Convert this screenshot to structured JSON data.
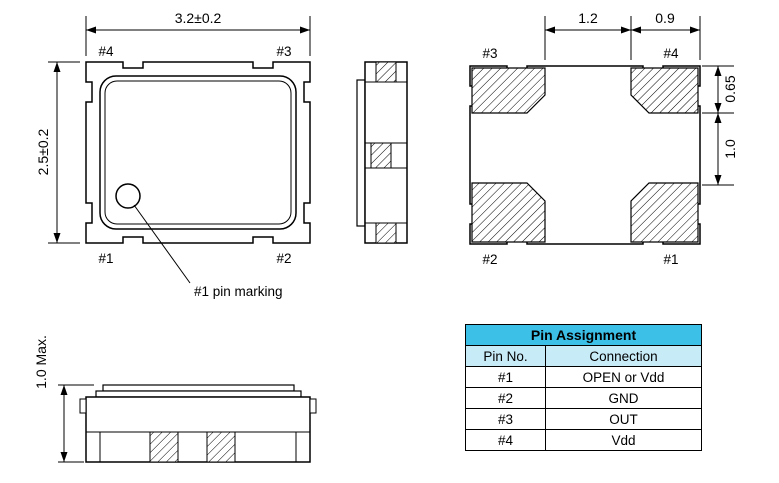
{
  "views": {
    "top": {
      "dim_width": "3.2±0.2",
      "dim_height": "2.5±0.2",
      "pin_top_left": "#4",
      "pin_top_right": "#3",
      "pin_bottom_left": "#1",
      "pin_bottom_right": "#2",
      "marking_label": "#1 pin marking"
    },
    "bottom": {
      "dim_pad_gap": "1.2",
      "dim_pad_width": "0.9",
      "dim_pad_height": "0.65",
      "dim_pad_spacing": "1.0",
      "pin_top_left": "#3",
      "pin_top_right": "#4",
      "pin_bottom_left": "#2",
      "pin_bottom_right": "#1"
    },
    "profile": {
      "dim_height": "1.0 Max."
    }
  },
  "table": {
    "title": "Pin Assignment",
    "title_bg": "#3cc0e8",
    "subheader_bg": "#c8ebf8",
    "col_pin": "Pin No.",
    "col_connection": "Connection",
    "rows": [
      {
        "pin": "#1",
        "connection": "OPEN or Vdd"
      },
      {
        "pin": "#2",
        "connection": "GND"
      },
      {
        "pin": "#3",
        "connection": "OUT"
      },
      {
        "pin": "#4",
        "connection": "Vdd"
      }
    ]
  }
}
